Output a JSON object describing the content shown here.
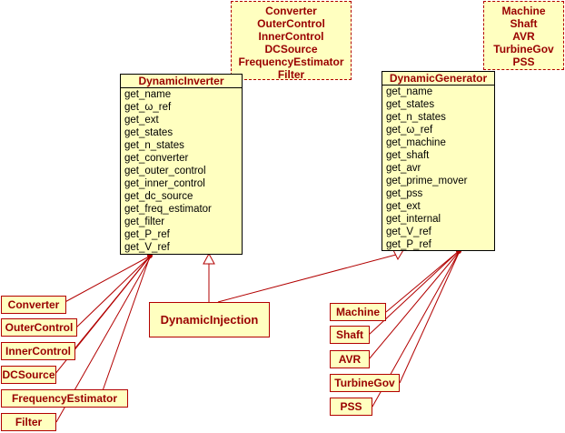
{
  "notes": {
    "inverter_components": [
      "Converter",
      "OuterControl",
      "InnerControl",
      "DCSource",
      "FrequencyEstimator",
      "Filter"
    ],
    "generator_components": [
      "Machine",
      "Shaft",
      "AVR",
      "TurbineGov",
      "PSS"
    ]
  },
  "dynamic_inverter": {
    "title": "DynamicInverter",
    "methods": [
      "get_name",
      "get_ω_ref",
      "get_ext",
      "get_states",
      "get_n_states",
      "get_converter",
      "get_outer_control",
      "get_inner_control",
      "get_dc_source",
      "get_freq_estimator",
      "get_filter",
      "get_P_ref",
      "get_V_ref"
    ]
  },
  "dynamic_generator": {
    "title": "DynamicGenerator",
    "methods": [
      "get_name",
      "get_states",
      "get_n_states",
      "get_ω_ref",
      "get_machine",
      "get_shaft",
      "get_avr",
      "get_prime_mover",
      "get_pss",
      "get_ext",
      "get_internal",
      "get_V_ref",
      "get_P_ref"
    ]
  },
  "dynamic_injection": {
    "title": "DynamicInjection"
  },
  "inverter_parts": [
    "Converter",
    "OuterControl",
    "InnerControl",
    "DCSource",
    "FrequencyEstimator",
    "Filter"
  ],
  "generator_parts": [
    "Machine",
    "Shaft",
    "AVR",
    "TurbineGov",
    "PSS"
  ],
  "colors": {
    "fill": "#ffffc0",
    "border": "#b20000",
    "text": "#990000",
    "line": "#b20000"
  }
}
